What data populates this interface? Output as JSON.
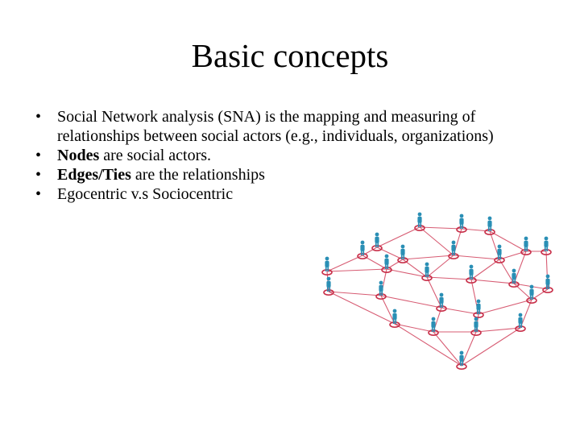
{
  "slide": {
    "title": "Basic concepts",
    "bullet_glyph": "•",
    "bullets": [
      {
        "text": "Social Network analysis (SNA) is the mapping and measuring of relationships between social actors (e.g., individuals, organizations)"
      },
      {
        "bold": "Nodes",
        "text": " are social actors."
      },
      {
        "bold": "Edges/Ties",
        "text": " are the relationships"
      },
      {
        "text": "Egocentric v.s Sociocentric"
      }
    ]
  },
  "illustration": {
    "icon": "social-network-people-icon",
    "colors": {
      "edge": "#d0405a",
      "node": "#c8304a",
      "person": "#2a8fb5"
    }
  }
}
